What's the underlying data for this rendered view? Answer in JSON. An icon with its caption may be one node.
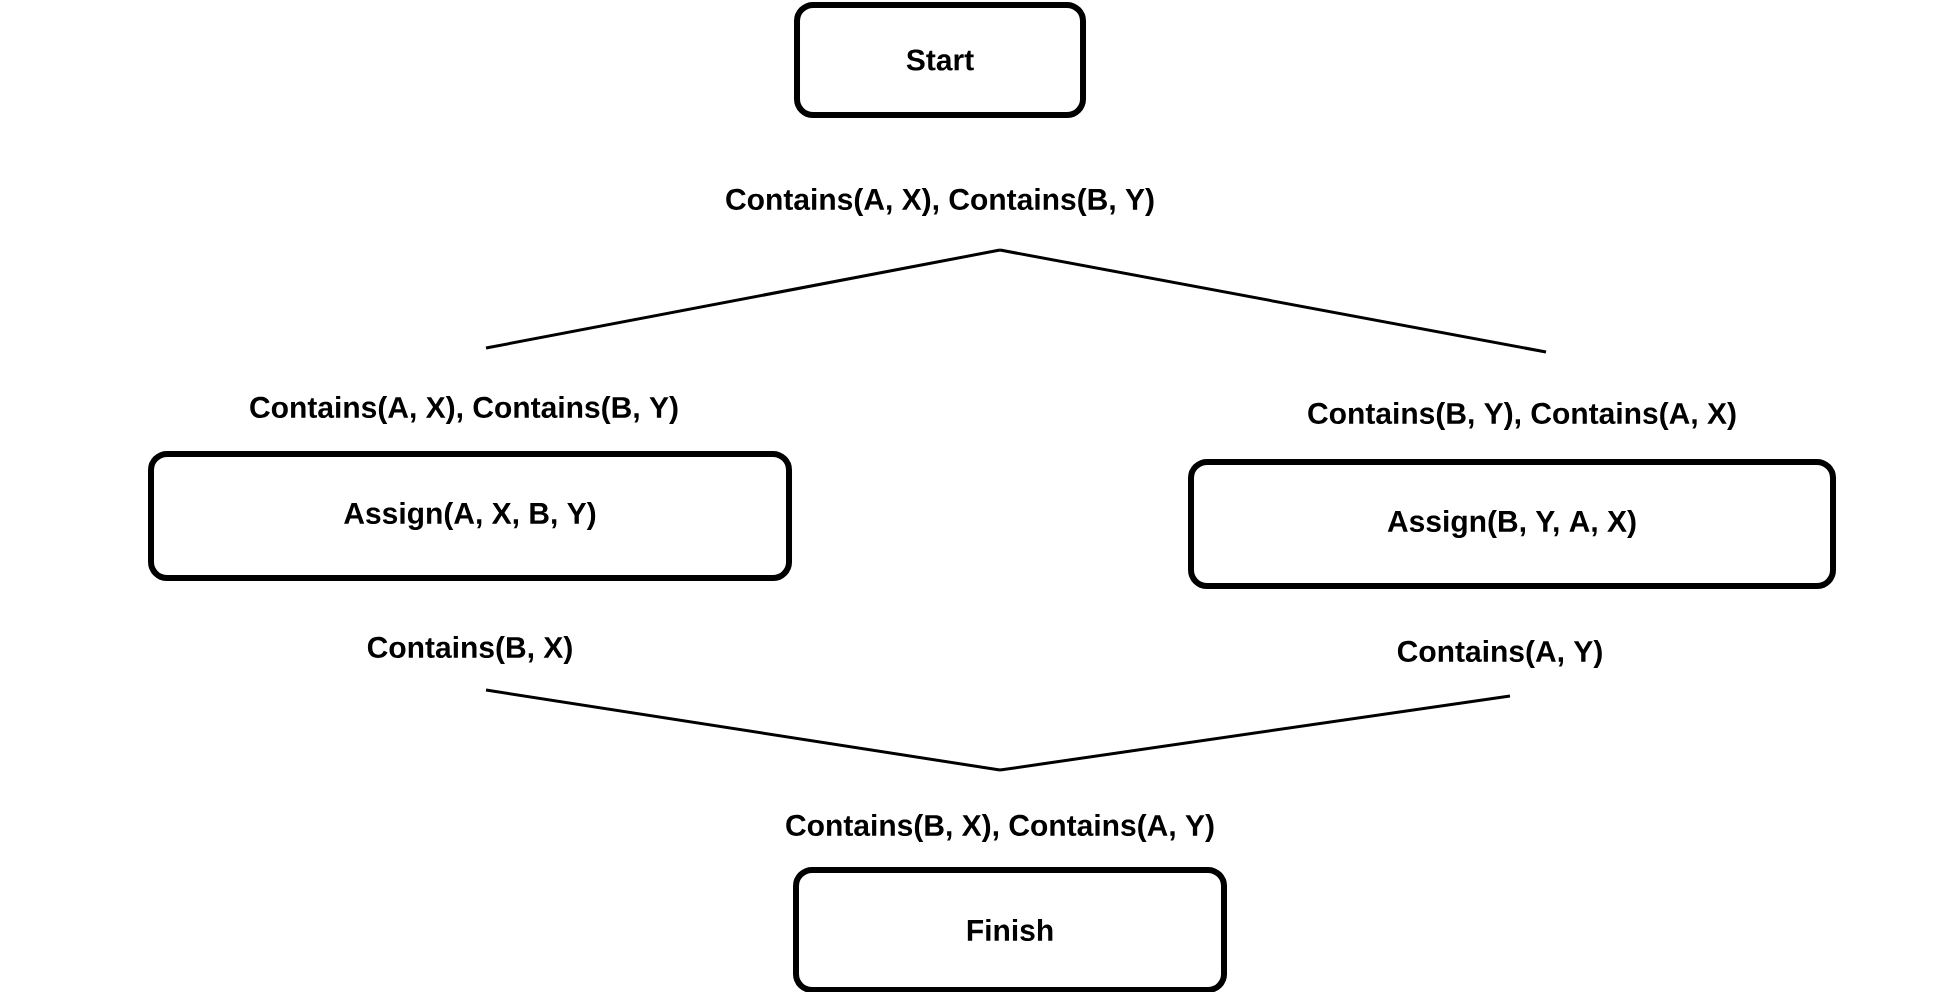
{
  "diagram": {
    "nodes": [
      {
        "text": [
          "Start"
        ],
        "beside": [
          "Contains(A, X), Contains(B, Y)"
        ]
      },
      {
        "text": [
          "Assign(A, X, B, Y)"
        ],
        "beside": [
          "Contains(A, X), Contains(B, Y)",
          "Contains(B, X)"
        ]
      },
      {
        "text": [
          "Assign(B, Y, A, X)"
        ],
        "beside": [
          "Contains(B, Y), Contains(A, X)",
          "Contains(A, Y)"
        ]
      },
      {
        "text": [
          "Finish"
        ],
        "beside": [
          "Contains(B, X), Contains(A, Y)"
        ]
      }
    ],
    "edges": [
      {
        "from": 0,
        "to": 1,
        "arrow": "none"
      },
      {
        "from": 0,
        "to": 2,
        "arrow": "none"
      },
      {
        "from": 1,
        "to": 3,
        "arrow": "none"
      },
      {
        "from": 2,
        "to": 3,
        "arrow": "none"
      }
    ]
  }
}
